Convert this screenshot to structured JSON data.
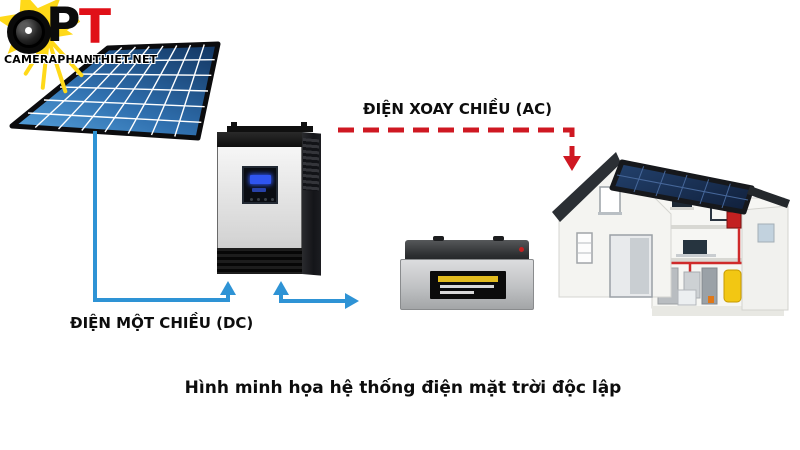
{
  "logo": {
    "letter_p": "P",
    "letter_t": "T",
    "site": "CAMERAPHANTHIET.NET"
  },
  "labels": {
    "ac": "ĐIỆN XOAY CHIỀU (AC)",
    "dc": "ĐIỆN MỘT CHIỀU (DC)"
  },
  "caption": "Hình minh họa hệ thống điện mặt trời độc lập",
  "illustrations": [
    "solar-panel",
    "hybrid-inverter",
    "storage-battery",
    "house-with-rooftop-solar"
  ],
  "colors": {
    "dc-line": "#2e93d5",
    "ac-line": "#cf1822",
    "logo-sun": "#ffd919",
    "logo-t": "#e01018",
    "text": "#0d0d0d"
  }
}
